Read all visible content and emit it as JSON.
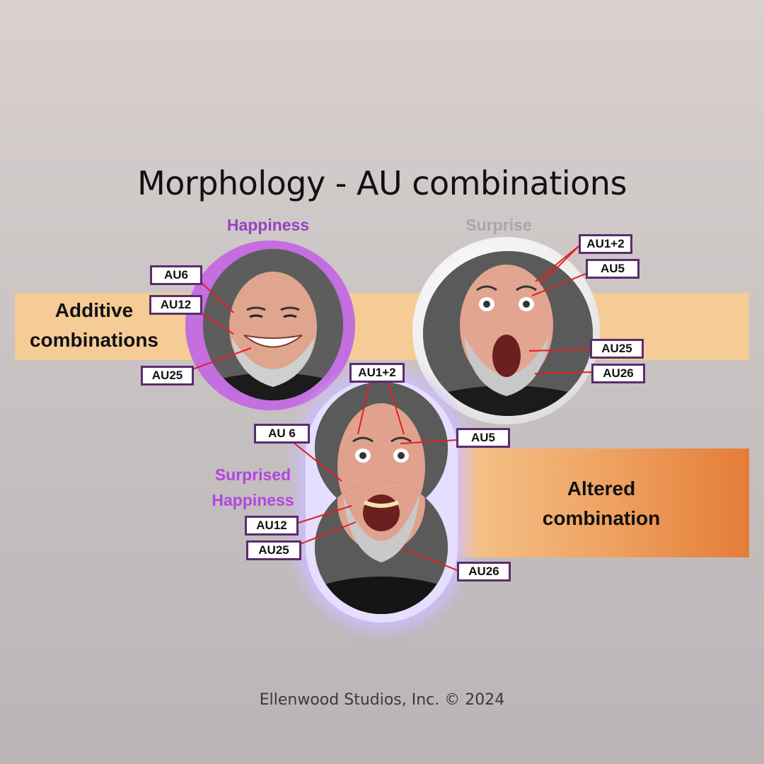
{
  "title": "Morphology - AU combinations",
  "bands": {
    "additive_label": "Additive combinations",
    "altered_label": "Altered combination"
  },
  "panels": {
    "happiness": {
      "heading": "Happiness",
      "labels": [
        "AU6",
        "AU12",
        "AU25"
      ]
    },
    "surprise": {
      "heading": "Surprise",
      "labels": [
        "AU1+2",
        "AU5",
        "AU25",
        "AU26"
      ]
    },
    "surprised_happiness": {
      "heading": "Surprised Happiness",
      "labels": [
        "AU1+2",
        "AU 6",
        "AU5",
        "AU12",
        "AU25",
        "AU26"
      ]
    }
  },
  "credit": "Ellenwood Studios, Inc. © 2024",
  "colors": {
    "happiness_ring": "#c46ee0",
    "surprise_ring": "#e8e8e8",
    "combo_glow": "#e6deff",
    "additive_band": "#f5cc96",
    "altered_band_end": "#e47c38",
    "label_border": "#5a2d6e",
    "leader_line": "#e02020"
  }
}
